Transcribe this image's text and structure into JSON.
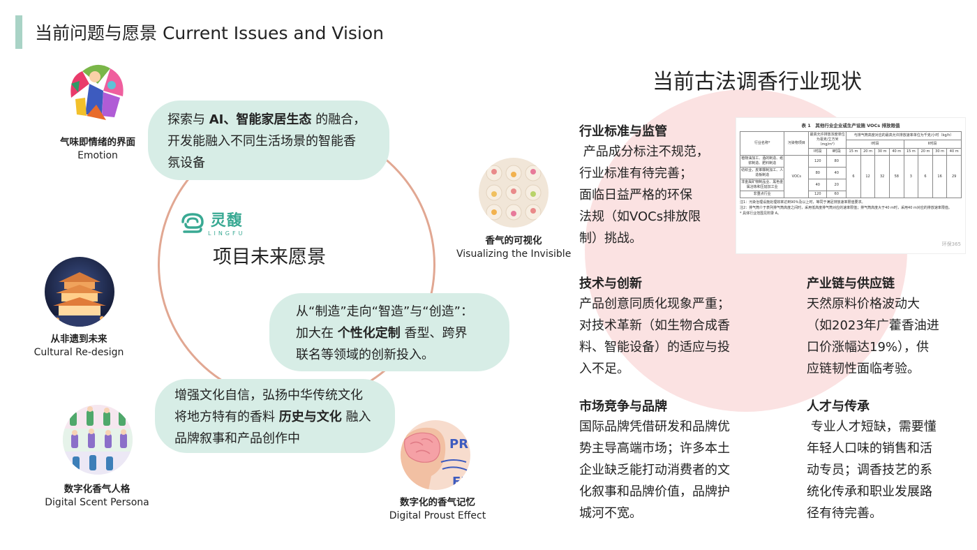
{
  "header": {
    "title": "当前问题与愿景 Current Issues and Vision"
  },
  "vision": {
    "title": "项目未来愿景",
    "logo": {
      "cn": "灵馥",
      "en": "LINGFU"
    },
    "pills": [
      {
        "lines": [
          [
            {
              "t": "探索与 ",
              "b": false
            },
            {
              "t": "AI、智能家居生态",
              "b": true
            },
            {
              "t": " 的融合，",
              "b": false
            }
          ],
          [
            {
              "t": "开发能融入不同生活场景的智能香",
              "b": false
            }
          ],
          [
            {
              "t": "氛设备",
              "b": false
            }
          ]
        ]
      },
      {
        "lines": [
          [
            {
              "t": "从“制造”走向“智造”与“创造”：",
              "b": false
            }
          ],
          [
            {
              "t": "加大在 ",
              "b": false
            },
            {
              "t": "个性化定制",
              "b": true
            },
            {
              "t": " 香型、跨界",
              "b": false
            }
          ],
          [
            {
              "t": "联名等领域的创新投入。",
              "b": false
            }
          ]
        ]
      },
      {
        "lines": [
          [
            {
              "t": "增强文化自信，弘扬中华传统文化",
              "b": false
            }
          ],
          [
            {
              "t": "将地方特有的香料 ",
              "b": false
            },
            {
              "t": "历史与文化",
              "b": true
            },
            {
              "t": " 融入",
              "b": false
            }
          ],
          [
            {
              "t": "品牌叙事和产品创作中",
              "b": false
            }
          ]
        ]
      }
    ],
    "captions": {
      "emotion": {
        "cn": "气味即情绪的界面",
        "en": "Emotion"
      },
      "cultural": {
        "cn": "从非遗到未来",
        "en": "Cultural Re-design"
      },
      "persona": {
        "cn": "数字化香气人格",
        "en": "Digital Scent Persona"
      },
      "visual": {
        "cn": "香气的可视化",
        "en": "Visualizing the Invisible"
      },
      "proust": {
        "cn": "数字化的香气记忆",
        "en": "Digital Proust Effect"
      }
    },
    "proust_letters": {
      "l1": "PR",
      "l2": "EF"
    }
  },
  "status": {
    "title": "当前古法调香行业现状",
    "sections": {
      "standards": {
        "heading": "行业标准与监管",
        "lines": [
          " 产品成分标注不规范，",
          "行业标准有待完善；",
          "面临日益严格的环保",
          "法规（如VOCs排放限",
          "制）挑战。"
        ]
      },
      "tech": {
        "heading": "技术与创新",
        "lines": [
          "产品创意同质化现象严重；",
          "对技术革新（如生物合成香",
          "料、智能设备）的适应与投",
          "入不足。"
        ]
      },
      "supply": {
        "heading": " 产业链与供应链",
        "lines": [
          "天然原料价格波动大",
          "（如2023年广藿香油进",
          "口价涨幅达19%），供",
          "应链韧性面临考验。"
        ]
      },
      "market": {
        "heading": "市场竞争与品牌",
        "lines": [
          "国际品牌凭借研发和品牌优",
          "势主导高端市场；许多本土",
          "企业缺乏能打动消费者的文",
          "化叙事和品牌价值，品牌护",
          "城河不宽。"
        ]
      },
      "talent": {
        "heading": "人才与传承",
        "lines": [
          " 专业人才短缺，需要懂",
          "年轻人口味的销售和活",
          "动专员；调香技艺的系",
          "统化传承和职业发展路",
          "径有待完善。"
        ]
      }
    },
    "table": {
      "caption": "表 1　其他行业企业或生产设施 VOCs 排放限值",
      "h_industry": "行业名称*",
      "h_pollutant": "污染物项目",
      "h_conc": "最高允许排放浓度单位为毫克/立方米（mg/m³）",
      "h_rate": "与排气筒高度对应的最高允许排放速率单位为千克/小时（kg/h）",
      "h_p1": "Ⅰ时段",
      "h_p2": "Ⅱ时段",
      "heights": [
        "15 m",
        "20 m",
        "30 m",
        "40 m",
        "15 m",
        "20 m",
        "30 m",
        "40 m"
      ],
      "pollutant": "VOCs",
      "rows": [
        {
          "name": "植物油加工、酒的制造、纸浆制造、肥料制造",
          "c1": "120",
          "c2": "80"
        },
        {
          "name": "纺织业，皮革鞣制加工、人造板制造",
          "c1": "80",
          "c2": "40"
        },
        {
          "name": "非金属矿物制品业、黑色金属冶炼和压延加工业",
          "c1": "40",
          "c2": "20"
        },
        {
          "name": "非重点行业",
          "c1": "120",
          "c2": "60"
        }
      ],
      "rates": [
        "6",
        "12",
        "32",
        "58",
        "3",
        "6",
        "16",
        "29"
      ],
      "notes": [
        "注1：污染治理设施处理效率达到90％及以上时，等同于满足排放速率限值要求。",
        "注2：排气筒介于表列排气筒高度之间时，采用低高度排气筒对应的速率限值；排气筒高度大于40 m时，采用40 m对应的排放速率限值。",
        "* 具体行业范围见附录 A。"
      ],
      "watermark": "环保365"
    }
  },
  "colors": {
    "mint": "#d7ede6",
    "ring": "#e1a792",
    "pink": "#fbe2e2",
    "accent": "#a9d3c6",
    "logo": "#39a993"
  }
}
